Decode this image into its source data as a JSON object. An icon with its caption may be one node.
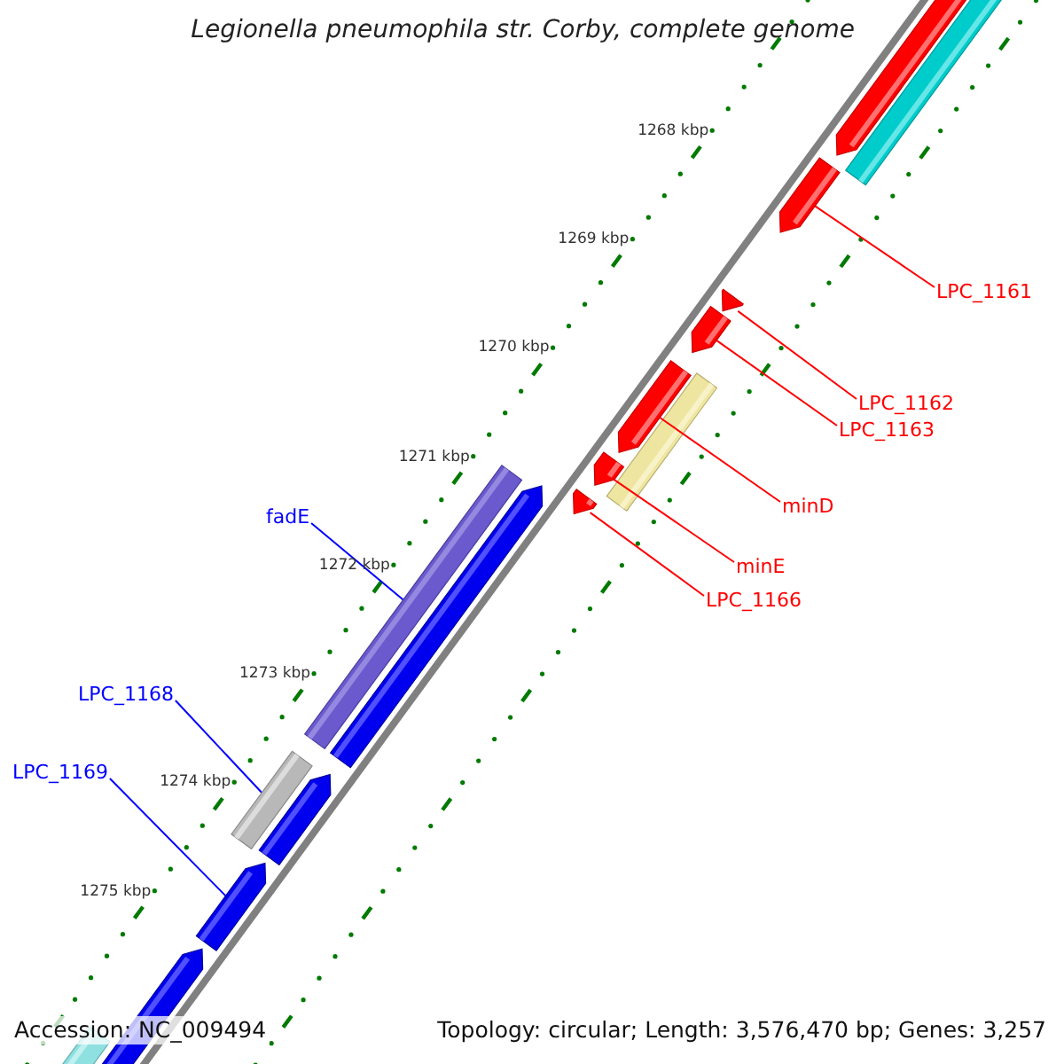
{
  "diagram": {
    "title": "Legionella pneumophila str. Corby, complete genome",
    "nodes": [
      {
        "text": [
          "LPC_1161"
        ]
      },
      {
        "text": [],
        "shape": "arrow"
      },
      {
        "text": [
          "LPC_1162"
        ]
      },
      {
        "text": [],
        "shape": "arrow"
      },
      {
        "text": [
          "LPC_1163"
        ]
      },
      {
        "text": [],
        "shape": "arrow"
      },
      {
        "text": [
          "minD"
        ]
      },
      {
        "text": [],
        "shape": "arrow"
      },
      {
        "text": [
          "fadE"
        ]
      },
      {
        "text": [],
        "shape": "bar"
      },
      {
        "text": [
          "minE"
        ]
      },
      {
        "text": [],
        "shape": "arrow"
      },
      {
        "text": [
          "LPC_1166"
        ]
      },
      {
        "text": [],
        "shape": "arrow"
      },
      {
        "text": [
          "LPC_1168"
        ]
      },
      {
        "text": [],
        "shape": "bar"
      },
      {
        "text": [
          "LPC_1169"
        ]
      },
      {
        "text": [],
        "shape": "arrow"
      }
    ],
    "edges": [
      {
        "from": 0,
        "to": 1,
        "arrow": "none"
      },
      {
        "from": 2,
        "to": 3,
        "arrow": "none"
      },
      {
        "from": 4,
        "to": 5,
        "arrow": "none"
      },
      {
        "from": 6,
        "to": 7,
        "arrow": "none"
      },
      {
        "from": 8,
        "to": 9,
        "arrow": "none",
        "color": "#0000ff"
      },
      {
        "from": 10,
        "to": 11,
        "arrow": "none"
      },
      {
        "from": 12,
        "to": 13,
        "arrow": "none"
      },
      {
        "from": 14,
        "to": 15,
        "arrow": "none",
        "color": "#0000ff"
      },
      {
        "from": 16,
        "to": 17,
        "arrow": "none",
        "color": "#0000ff"
      }
    ],
    "labels": [
      "1268 kbp",
      "1269 kbp",
      "1270 kbp",
      "1271 kbp",
      "1272 kbp",
      "1273 kbp",
      "1274 kbp",
      "1275 kbp",
      "Accession: NC_009494",
      "Topology: circular; Length: 3,576,470 bp; Genes: 3,257"
    ]
  }
}
